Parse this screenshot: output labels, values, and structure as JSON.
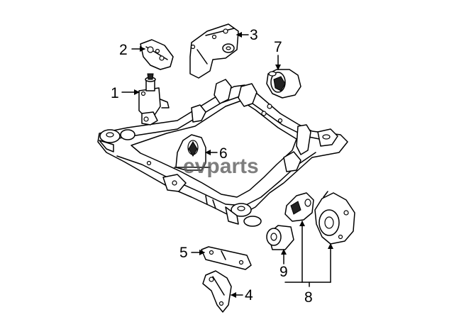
{
  "callouts": {
    "c1": "1",
    "c2": "2",
    "c3": "3",
    "c4": "4",
    "c5": "5",
    "c6": "6",
    "c7": "7",
    "c8": "8",
    "c9": "9"
  },
  "watermark": {
    "text": "evparts"
  }
}
